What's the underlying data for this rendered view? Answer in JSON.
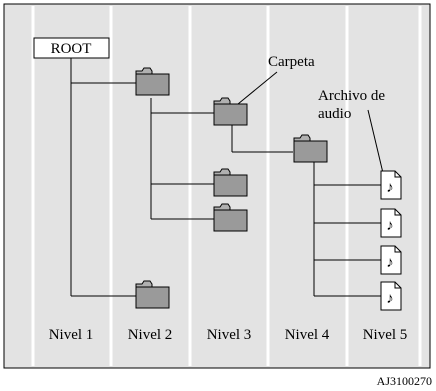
{
  "diagram": {
    "root_label": "ROOT",
    "folder_callout": "Carpeta",
    "audio_callout_line1": "Archivo de",
    "audio_callout_line2": "audio",
    "audio_glyph": "♪",
    "levels": [
      "Nivel 1",
      "Nivel 2",
      "Nivel 3",
      "Nivel 4",
      "Nivel 5"
    ],
    "figure_code": "AJ3100270",
    "colors": {
      "panel_background": "#e3e3e3",
      "level_separator": "#ffffff",
      "folder_fill": "#9a9a9a",
      "folder_tab": "#b0b0b0",
      "line": "#000000",
      "file_fill": "#ffffff"
    },
    "icons": [
      "folder-icon",
      "audio-file-icon"
    ]
  }
}
